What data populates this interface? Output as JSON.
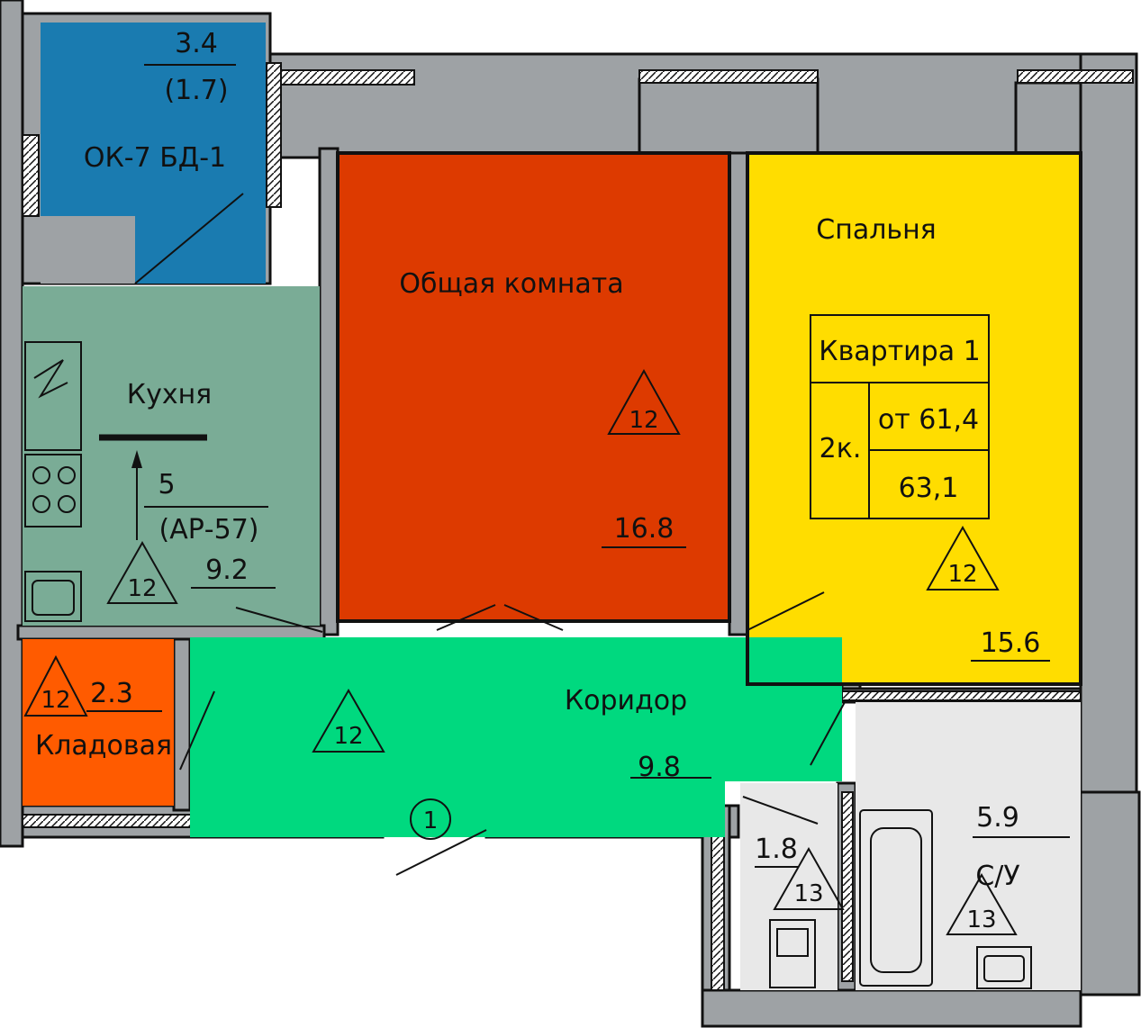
{
  "apartment": {
    "title": "Квартира 1",
    "rooms_label": "2к.",
    "area_from": "от 61,4",
    "area_total": "63,1"
  },
  "rooms": [
    {
      "key": "balcony",
      "name": "ОК-7 БД-1",
      "area": "3.4",
      "area_reduced": "(1.7)",
      "color": "#1a7bb0"
    },
    {
      "key": "living",
      "name": "Общая комната",
      "area": "16.8",
      "floor_mark": "12",
      "color": "#dd3a00"
    },
    {
      "key": "bedroom",
      "name": "Спальня",
      "area": "15.6",
      "floor_mark": "12",
      "color": "#ffdd00"
    },
    {
      "key": "kitchen",
      "name": "Кухня",
      "area": "9.2",
      "floor_mark": "12",
      "vent_number": "5",
      "vent_ref": "(АР-57)",
      "color": "#7aac96"
    },
    {
      "key": "storage",
      "name": "Кладовая",
      "area": "2.3",
      "floor_mark": "12",
      "color": "#ff5b00"
    },
    {
      "key": "corridor",
      "name": "Коридор",
      "area": "9.8",
      "floor_mark": "12",
      "color": "#00d97f"
    },
    {
      "key": "wc",
      "name": "",
      "area": "1.8",
      "floor_mark": "13",
      "color": "#e8e8e8"
    },
    {
      "key": "bath",
      "name": "С/У",
      "area": "5.9",
      "floor_mark": "13",
      "color": "#e8e8e8"
    }
  ],
  "entrance_mark": "1",
  "colors": {
    "wall": "#9ea2a5",
    "line": "#111111",
    "background": "#ffffff"
  }
}
